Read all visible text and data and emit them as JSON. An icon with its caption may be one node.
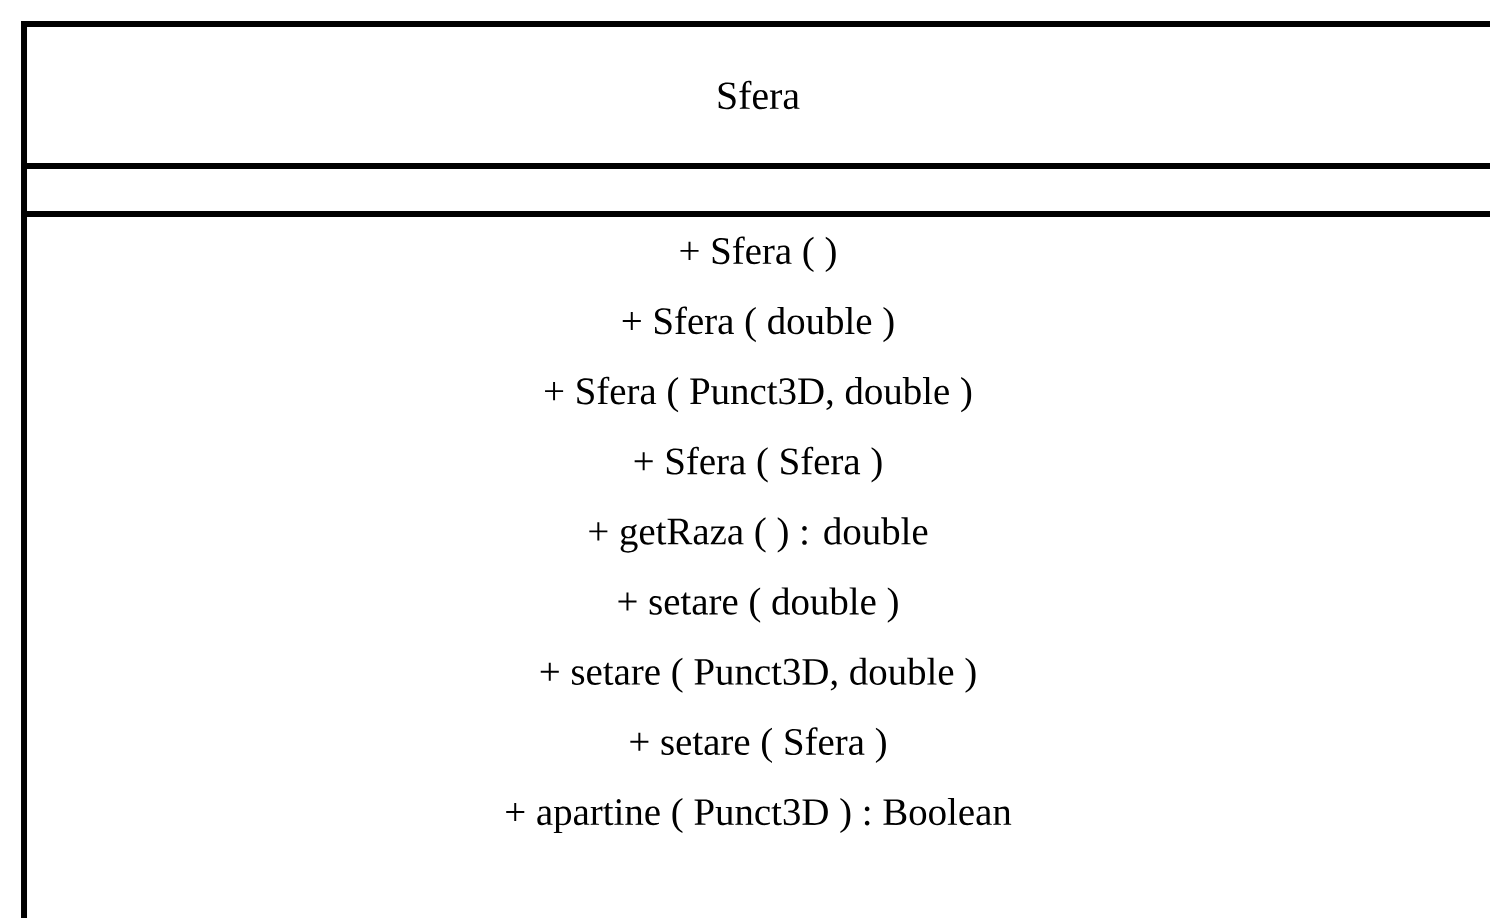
{
  "diagram": {
    "nodes": [
      {
        "text": [
          "Sfera"
        ]
      },
      {
        "text": [],
        "shape": "box"
      },
      {
        "text": [
          "+ Sfera ( )",
          "+ Sfera ( double )",
          "+ Sfera ( Punct3D, double )",
          "+ Sfera ( Sfera )",
          "+ getRaza ( ) : double",
          "+ setare ( double )",
          "+ setare ( Punct3D, double )",
          "+ setare ( Sfera )",
          "+ apartine ( Punct3D ) : Boolean"
        ]
      }
    ]
  }
}
